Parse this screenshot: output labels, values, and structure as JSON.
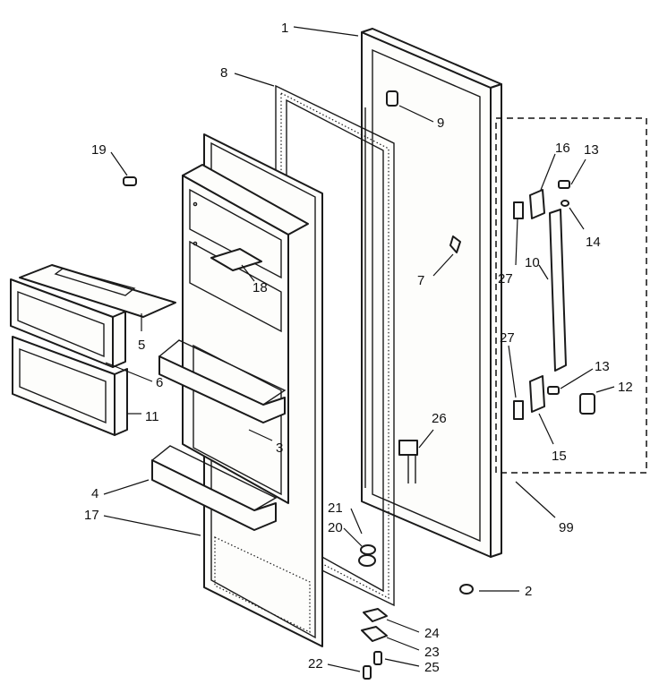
{
  "colors": {
    "ink": "#1a1a1a",
    "paper": "#ffffff"
  },
  "callouts": [
    {
      "id": "1",
      "label": "1"
    },
    {
      "id": "2",
      "label": "2"
    },
    {
      "id": "3",
      "label": "3"
    },
    {
      "id": "4",
      "label": "4"
    },
    {
      "id": "5",
      "label": "5"
    },
    {
      "id": "6",
      "label": "6"
    },
    {
      "id": "7",
      "label": "7"
    },
    {
      "id": "8",
      "label": "8"
    },
    {
      "id": "9",
      "label": "9"
    },
    {
      "id": "10",
      "label": "10"
    },
    {
      "id": "11",
      "label": "11"
    },
    {
      "id": "12",
      "label": "12"
    },
    {
      "id": "13a",
      "label": "13"
    },
    {
      "id": "13b",
      "label": "13"
    },
    {
      "id": "14",
      "label": "14"
    },
    {
      "id": "15",
      "label": "15"
    },
    {
      "id": "16",
      "label": "16"
    },
    {
      "id": "17",
      "label": "17"
    },
    {
      "id": "18",
      "label": "18"
    },
    {
      "id": "19",
      "label": "19"
    },
    {
      "id": "20",
      "label": "20"
    },
    {
      "id": "21",
      "label": "21"
    },
    {
      "id": "22",
      "label": "22"
    },
    {
      "id": "23",
      "label": "23"
    },
    {
      "id": "24",
      "label": "24"
    },
    {
      "id": "25",
      "label": "25"
    },
    {
      "id": "26",
      "label": "26"
    },
    {
      "id": "27a",
      "label": "27"
    },
    {
      "id": "27b",
      "label": "27"
    },
    {
      "id": "99",
      "label": "99"
    }
  ]
}
